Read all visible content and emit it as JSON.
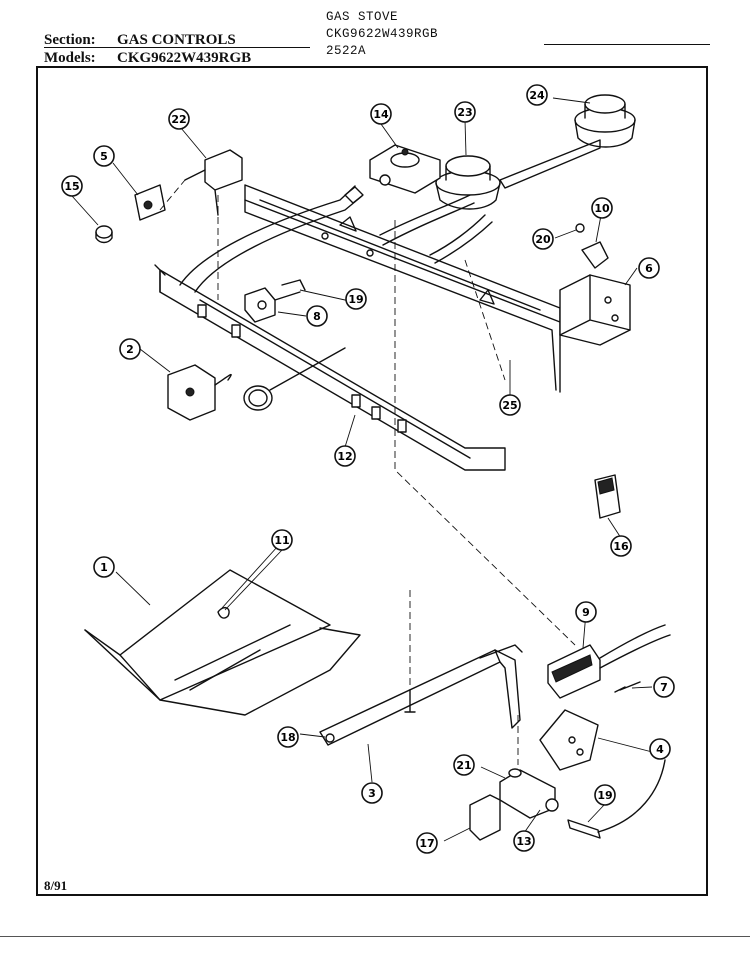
{
  "header": {
    "section_label": "Section:",
    "section_value": "GAS CONTROLS",
    "models_label": "Models:",
    "models_value": "CKG9622W439RGB",
    "product_type": "GAS STOVE",
    "model_code": "CKG9622W439RGB",
    "diagram_code": "2522A"
  },
  "footer": {
    "date": "8/91"
  },
  "callouts": [
    {
      "id": "c1",
      "label": "1"
    },
    {
      "id": "c2",
      "label": "2"
    },
    {
      "id": "c3",
      "label": "3"
    },
    {
      "id": "c4",
      "label": "4"
    },
    {
      "id": "c5",
      "label": "5"
    },
    {
      "id": "c6",
      "label": "6"
    },
    {
      "id": "c7",
      "label": "7"
    },
    {
      "id": "c8",
      "label": "8"
    },
    {
      "id": "c9",
      "label": "9"
    },
    {
      "id": "c10",
      "label": "10"
    },
    {
      "id": "c11",
      "label": "11"
    },
    {
      "id": "c12",
      "label": "12"
    },
    {
      "id": "c13",
      "label": "13"
    },
    {
      "id": "c14",
      "label": "14"
    },
    {
      "id": "c15",
      "label": "15"
    },
    {
      "id": "c16",
      "label": "16"
    },
    {
      "id": "c17",
      "label": "17"
    },
    {
      "id": "c18",
      "label": "18"
    },
    {
      "id": "c19a",
      "label": "19"
    },
    {
      "id": "c19b",
      "label": "19"
    },
    {
      "id": "c20",
      "label": "20"
    },
    {
      "id": "c21",
      "label": "21"
    },
    {
      "id": "c22",
      "label": "22"
    },
    {
      "id": "c23",
      "label": "23"
    },
    {
      "id": "c24",
      "label": "24"
    },
    {
      "id": "c25",
      "label": "25"
    }
  ]
}
